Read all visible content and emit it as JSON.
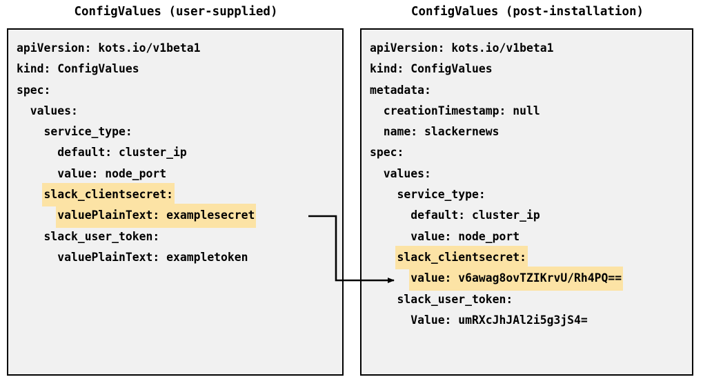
{
  "diagram": {
    "title_left": "ConfigValues (user-supplied)",
    "title_right": "ConfigValues (post-installation)",
    "highlight_color": "#fce3a5",
    "box_background": "#f1f1f1",
    "box_border_color": "#000000",
    "connector": {
      "label": "maps-to-arrow",
      "from": "valuePlainText: examplesecret",
      "to": "value: v6awag8ovTZIKrvU/Rh4PQ=="
    }
  },
  "left_panel": {
    "title": "ConfigValues (user-supplied)",
    "lines": [
      {
        "text": "apiVersion: kots.io/v1beta1",
        "highlight": false
      },
      {
        "text": "kind: ConfigValues",
        "highlight": false
      },
      {
        "text": "spec:",
        "highlight": false
      },
      {
        "text": "  values:",
        "highlight": false
      },
      {
        "text": "    service_type:",
        "highlight": false
      },
      {
        "text": "      default: cluster_ip",
        "highlight": false
      },
      {
        "text": "      value: node_port",
        "highlight": false
      },
      {
        "text": "    slack_clientsecret:",
        "highlight": true
      },
      {
        "text": "      valuePlainText: examplesecret",
        "highlight": true
      },
      {
        "text": "    slack_user_token:",
        "highlight": false
      },
      {
        "text": "      valuePlainText: exampletoken",
        "highlight": false
      }
    ]
  },
  "right_panel": {
    "title": "ConfigValues (post-installation)",
    "lines": [
      {
        "text": "apiVersion: kots.io/v1beta1",
        "highlight": false
      },
      {
        "text": "kind: ConfigValues",
        "highlight": false
      },
      {
        "text": "metadata:",
        "highlight": false
      },
      {
        "text": "  creationTimestamp: null",
        "highlight": false
      },
      {
        "text": "  name: slackernews",
        "highlight": false
      },
      {
        "text": "spec:",
        "highlight": false
      },
      {
        "text": "  values:",
        "highlight": false
      },
      {
        "text": "    service_type:",
        "highlight": false
      },
      {
        "text": "      default: cluster_ip",
        "highlight": false
      },
      {
        "text": "      value: node_port",
        "highlight": false
      },
      {
        "text": "    slack_clientsecret:",
        "highlight": true
      },
      {
        "text": "      value: v6awag8ovTZIKrvU/Rh4PQ==",
        "highlight": true
      },
      {
        "text": "    slack_user_token:",
        "highlight": false
      },
      {
        "text": "      Value: umRXcJhJAl2i5g3jS4=",
        "highlight": false
      }
    ]
  }
}
